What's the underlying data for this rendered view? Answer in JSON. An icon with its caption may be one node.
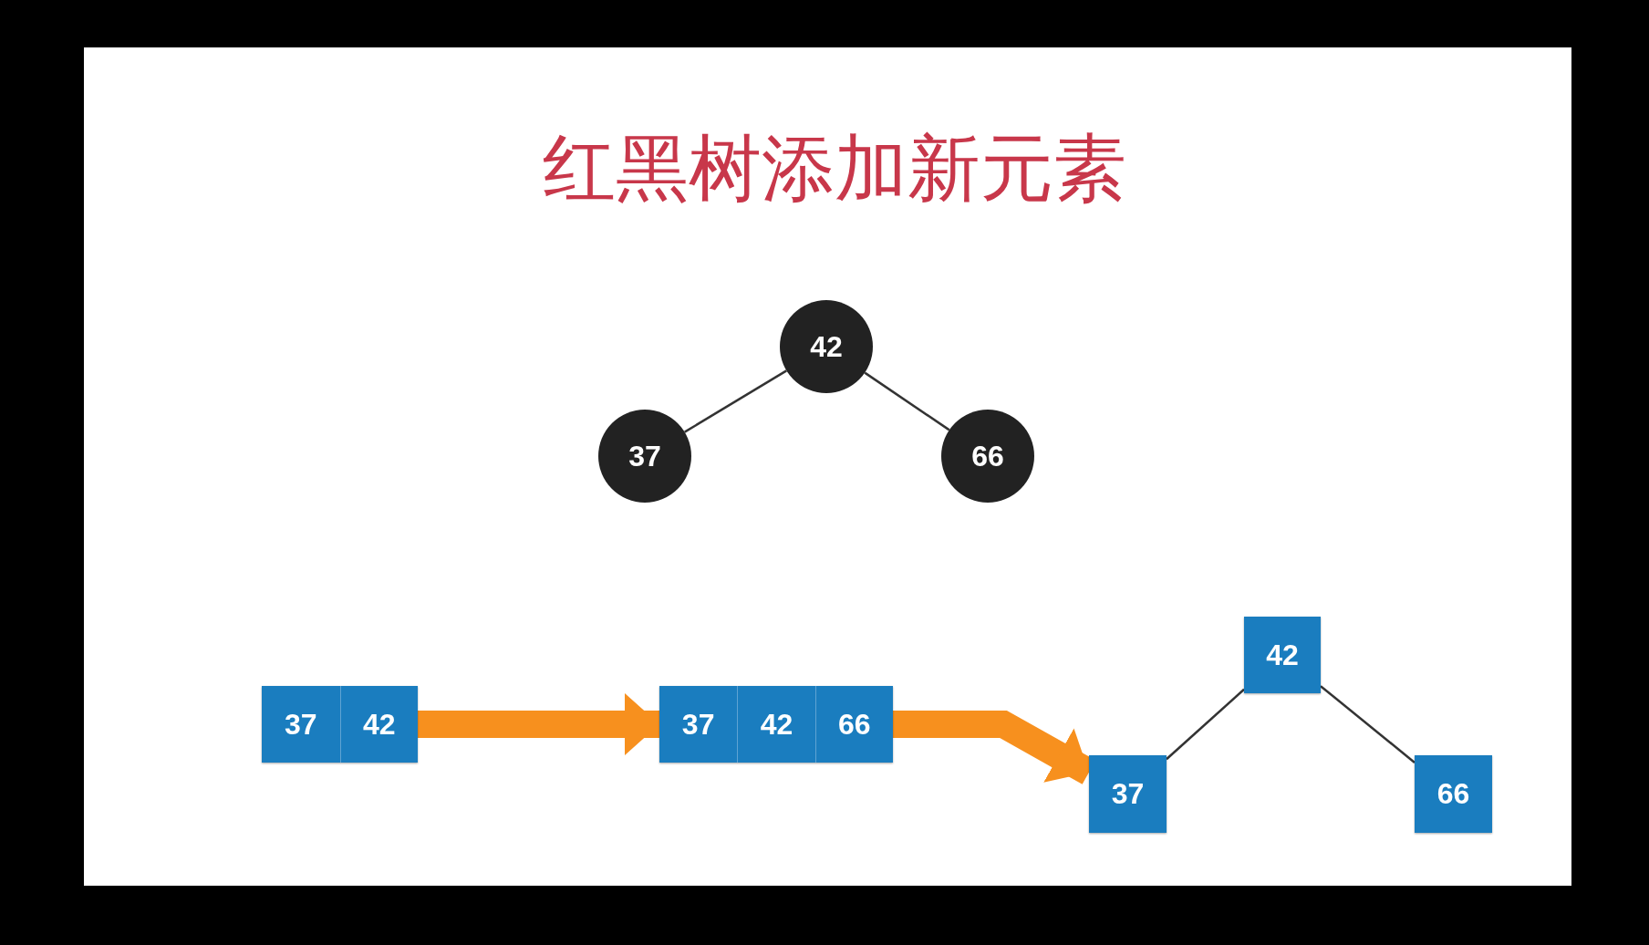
{
  "diagram": {
    "title": "红黑树添加新元素",
    "nodes": [
      {
        "text": [
          "42"
        ]
      },
      {
        "text": [
          "37"
        ]
      },
      {
        "text": [
          "66"
        ]
      },
      {
        "text": [],
        "shape": "box"
      },
      {
        "text": [
          "37"
        ],
        "in": 3
      },
      {
        "text": [
          "42"
        ],
        "in": 3
      },
      {
        "text": [],
        "shape": "box"
      },
      {
        "text": [
          "37"
        ],
        "in": 6
      },
      {
        "text": [
          "42"
        ],
        "in": 6
      },
      {
        "text": [
          "66"
        ],
        "in": 6
      },
      {
        "text": [
          "42"
        ]
      },
      {
        "text": [
          "37"
        ]
      },
      {
        "text": [
          "66"
        ]
      }
    ],
    "edges": [
      {
        "from": 0,
        "to": 1,
        "arrow": "none"
      },
      {
        "from": 0,
        "to": 2,
        "arrow": "none"
      },
      {
        "from": 3,
        "to": 6,
        "arrow": "to",
        "style": "thick",
        "color": "#f7901e"
      },
      {
        "from": 6,
        "to": 11,
        "arrow": "to",
        "style": "thick",
        "color": "#f7901e"
      },
      {
        "from": 10,
        "to": 11,
        "arrow": "none"
      },
      {
        "from": 10,
        "to": 12,
        "arrow": "none"
      }
    ]
  }
}
